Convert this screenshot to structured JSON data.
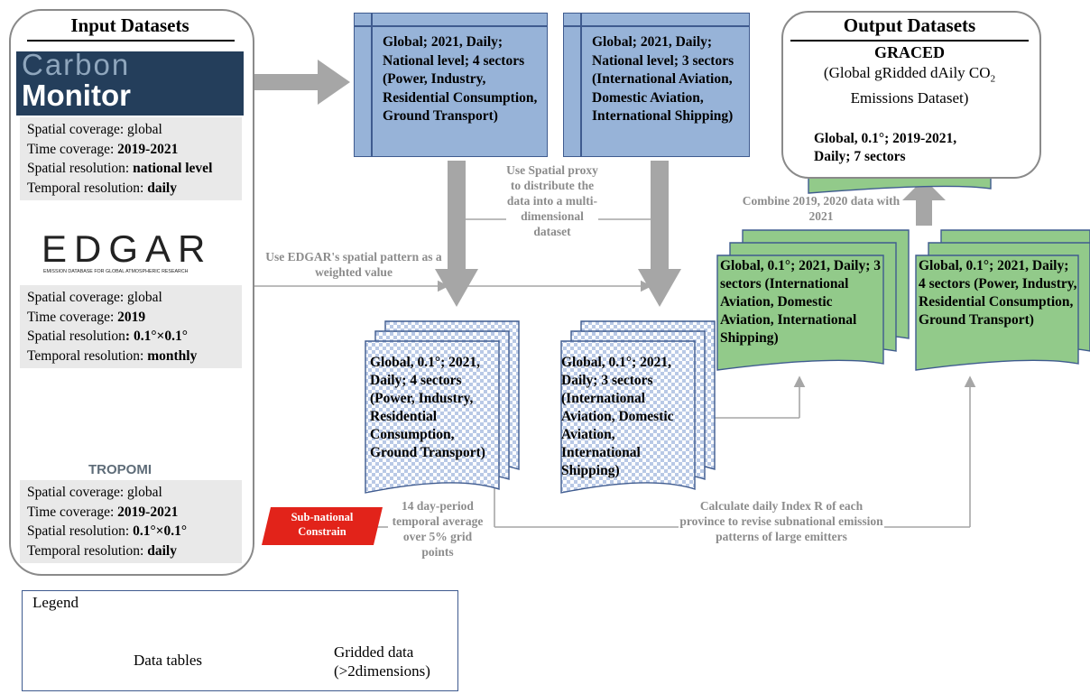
{
  "input_panel": {
    "title": "Input Datasets",
    "carbon_monitor": {
      "logo_line1": "Carbon",
      "logo_line2": "Monitor",
      "rows": [
        {
          "label": "Spatial coverage: ",
          "value": "global",
          "bold": false
        },
        {
          "label": "Time coverage: ",
          "value": "2019-2021",
          "bold": true
        },
        {
          "label": "Spatial resolution: ",
          "value": "national level",
          "bold": true
        },
        {
          "label": "Temporal resolution: ",
          "value": "daily",
          "bold": true
        }
      ]
    },
    "edgar": {
      "logo_text": "EDGAR",
      "logo_sub": "EMISSION DATABASE FOR GLOBAL ATMOSPHERIC RESEARCH",
      "rows": [
        {
          "label": "Spatial coverage: ",
          "value": "global",
          "bold": false
        },
        {
          "label": "Time coverage: ",
          "value": "2019",
          "bold": true
        },
        {
          "label": "Spatial resolution",
          "value": ": 0.1°×0.1°",
          "bold": true
        },
        {
          "label": "Temporal resolution: ",
          "value": "monthly",
          "bold": true
        }
      ]
    },
    "tropomi": {
      "logo_text": "TROPOMI",
      "rows": [
        {
          "label": "Spatial coverage: ",
          "value": "global",
          "bold": false
        },
        {
          "label": "Time coverage: ",
          "value": "2019-2021",
          "bold": true
        },
        {
          "label": "Spatial resolution: ",
          "value": "0.1°×0.1°",
          "bold": true
        },
        {
          "label": "Temporal resolution: ",
          "value": "daily",
          "bold": true
        }
      ]
    }
  },
  "tables": {
    "table1": "Global; 2021, Daily; National level; 4 sectors (Power, Industry, Residential Consumption, Ground Transport)",
    "table2": "Global; 2021, Daily; National level; 3 sectors (International Aviation, Domestic Aviation, International Shipping)"
  },
  "annotations": {
    "spatial_proxy": "Use Spatial proxy to distribute the data into a multi-dimensional dataset",
    "edgar_pattern": "Use EDGAR's spatial pattern as a weighted value",
    "combine": "Combine 2019, 2020 data with 2021",
    "fourteen_day": "14 day-period temporal average over 5% grid points",
    "index_r": "Calculate daily Index R of each province to revise subnational emission patterns of large emitters",
    "subnational": "Sub-national Constrain"
  },
  "gridded_blue": {
    "grid1": "Global, 0.1°; 2021, Daily; 4 sectors (Power, Industry, Residential Consumption, Ground Transport)",
    "grid2": "Global, 0.1°; 2021, Daily; 3 sectors (International Aviation, Domestic Aviation, International Shipping)"
  },
  "gridded_green": {
    "green1": "Global, 0.1°; 2021, Daily; 3 sectors (International Aviation, Domestic Aviation, International Shipping)",
    "green2": "Global, 0.1°; 2021, Daily; 4 sectors (Power, Industry, Residential Consumption, Ground Transport)"
  },
  "output_panel": {
    "title": "Output Datasets",
    "name": "GRACED",
    "desc_line1": "(Global gRidded dAily CO",
    "desc_sub": "2",
    "desc_line2": "Emissions Dataset)",
    "card": "Global, 0.1°; 2019-2021, Daily; 7 sectors"
  },
  "legend": {
    "title": "Legend",
    "tables_label": "Data tables",
    "gridded_label": "Gridded data (>2dimensions)"
  },
  "colors": {
    "table_blue": "#97b3d8",
    "green": "#92ca8a",
    "arrow_gray": "#a6a6a6",
    "red": "#e2231a"
  }
}
